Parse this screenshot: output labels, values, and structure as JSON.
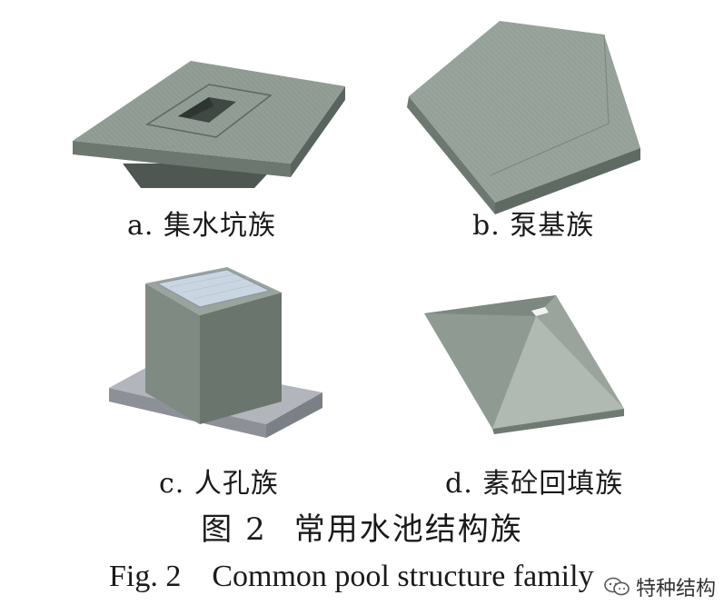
{
  "panels": [
    {
      "id": "a",
      "caption": "a. 集水坑族"
    },
    {
      "id": "b",
      "caption": "b. 泵基族"
    },
    {
      "id": "c",
      "caption": "c. 人孔族"
    },
    {
      "id": "d",
      "caption": "d. 素砼回填族"
    }
  ],
  "figure": {
    "number_cn": "图 2",
    "title_cn": "常用水池结构族",
    "number_en": "Fig. 2",
    "title_en": "Common pool structure family"
  },
  "watermark": {
    "text": "特种结构",
    "icon": "wechat-logo-icon"
  },
  "colors": {
    "concrete": "#8f9a92",
    "concrete_dark": "#5f6a63",
    "slab": "#a9adb3",
    "grate": "#c9d6e2"
  }
}
